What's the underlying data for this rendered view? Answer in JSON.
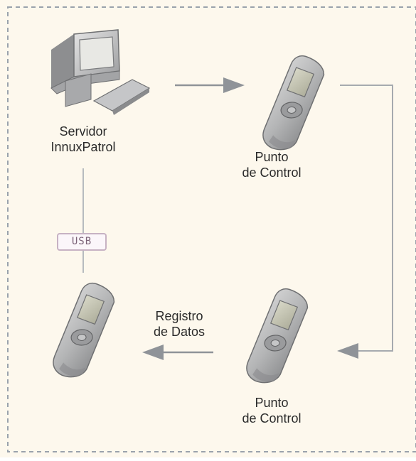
{
  "labels": {
    "server": [
      "Servidor",
      "InnuxPatrol"
    ],
    "checkpoint_top": [
      "Punto",
      "de Control"
    ],
    "checkpoint_bottom": [
      "Punto",
      "de Control"
    ],
    "data_log": [
      "Registro",
      "de Datos"
    ],
    "usb": "USB"
  },
  "colors": {
    "background": "#fdf8ed",
    "border": "#9aa2ac",
    "line": "#a6aaaf",
    "arrow": "#8f9398",
    "device_body": "#bbbcbd",
    "device_screen": "#c9c9b6",
    "usb_border": "#c7b2c3"
  },
  "icons": [
    "computer-icon",
    "handheld-device-icon"
  ]
}
